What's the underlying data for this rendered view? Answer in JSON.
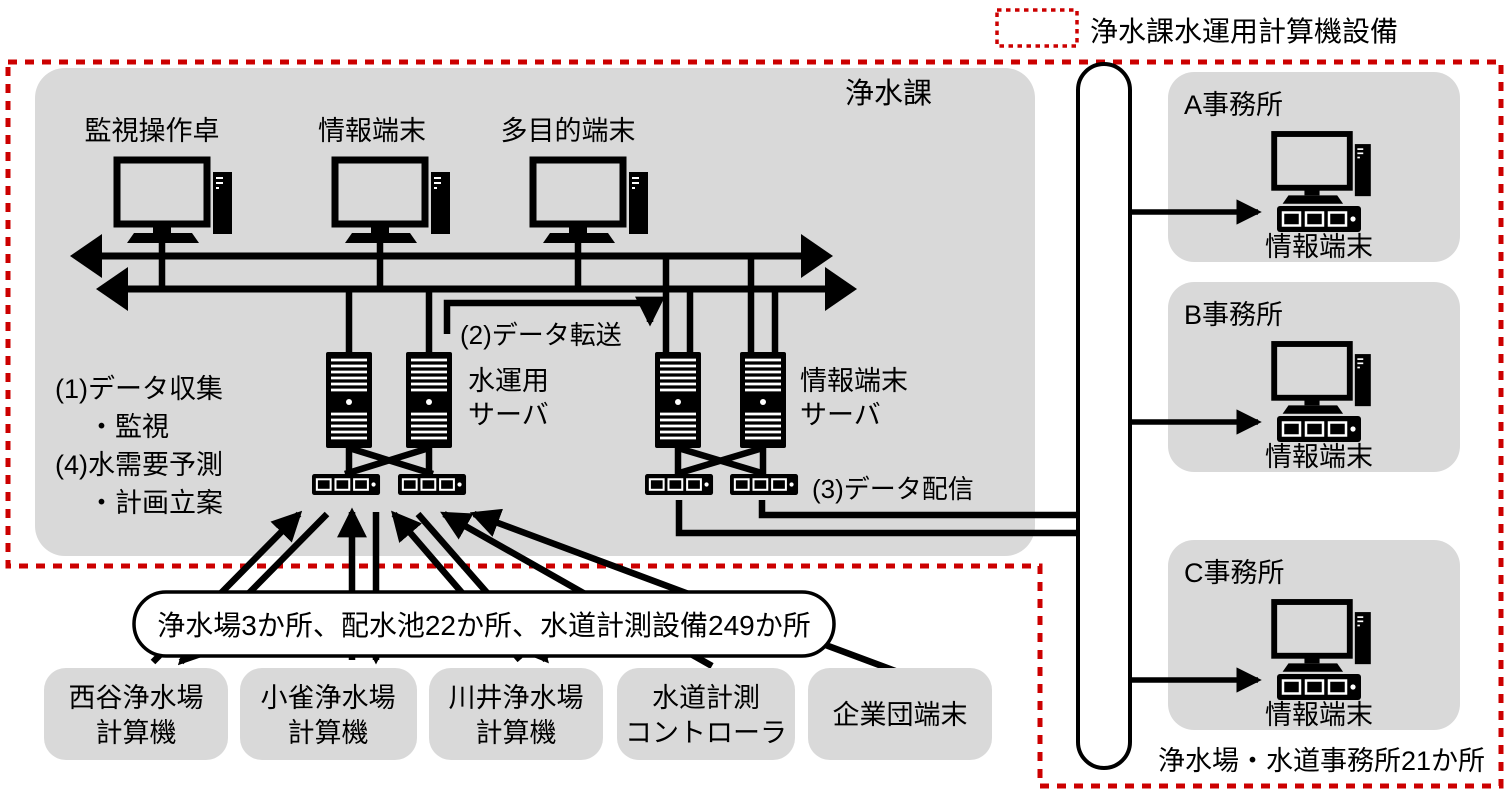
{
  "legend": {
    "label": "浄水課水運用計算機設備"
  },
  "plant": {
    "title": "浄水課",
    "terminals": [
      {
        "label": "監視操作卓"
      },
      {
        "label": "情報端末"
      },
      {
        "label": "多目的端末"
      }
    ],
    "functions": {
      "f1": "(1)データ収集",
      "f1_sub": "・監視",
      "f4": "(4)水需要予測",
      "f4_sub": "・計画立案"
    },
    "flows": {
      "transfer": "(2)データ転送",
      "delivery": "(3)データ配信"
    },
    "server_groups": [
      {
        "line1": "水運用",
        "line2": "サーバ"
      },
      {
        "line1": "情報端末",
        "line2": "サーバ"
      }
    ]
  },
  "offices": [
    {
      "name": "A事務所",
      "terminal": "情報端末"
    },
    {
      "name": "B事務所",
      "terminal": "情報端末"
    },
    {
      "name": "C事務所",
      "terminal": "情報端末"
    }
  ],
  "offices_note": "浄水場・水道事務所21か所",
  "field_summary": "浄水場3か所、配水池22か所、水道計測設備249か所",
  "field_nodes": [
    {
      "line1": "西谷浄水場",
      "line2": "計算機"
    },
    {
      "line1": "小雀浄水場",
      "line2": "計算機"
    },
    {
      "line1": "川井浄水場",
      "line2": "計算機"
    },
    {
      "line1": "水道計測",
      "line2": "コントローラ"
    },
    {
      "line1": "企業団端末",
      "line2": ""
    }
  ],
  "colors": {
    "accent_red": "#cc0000",
    "panel_gray": "#d9d9d9",
    "line_black": "#000000"
  }
}
